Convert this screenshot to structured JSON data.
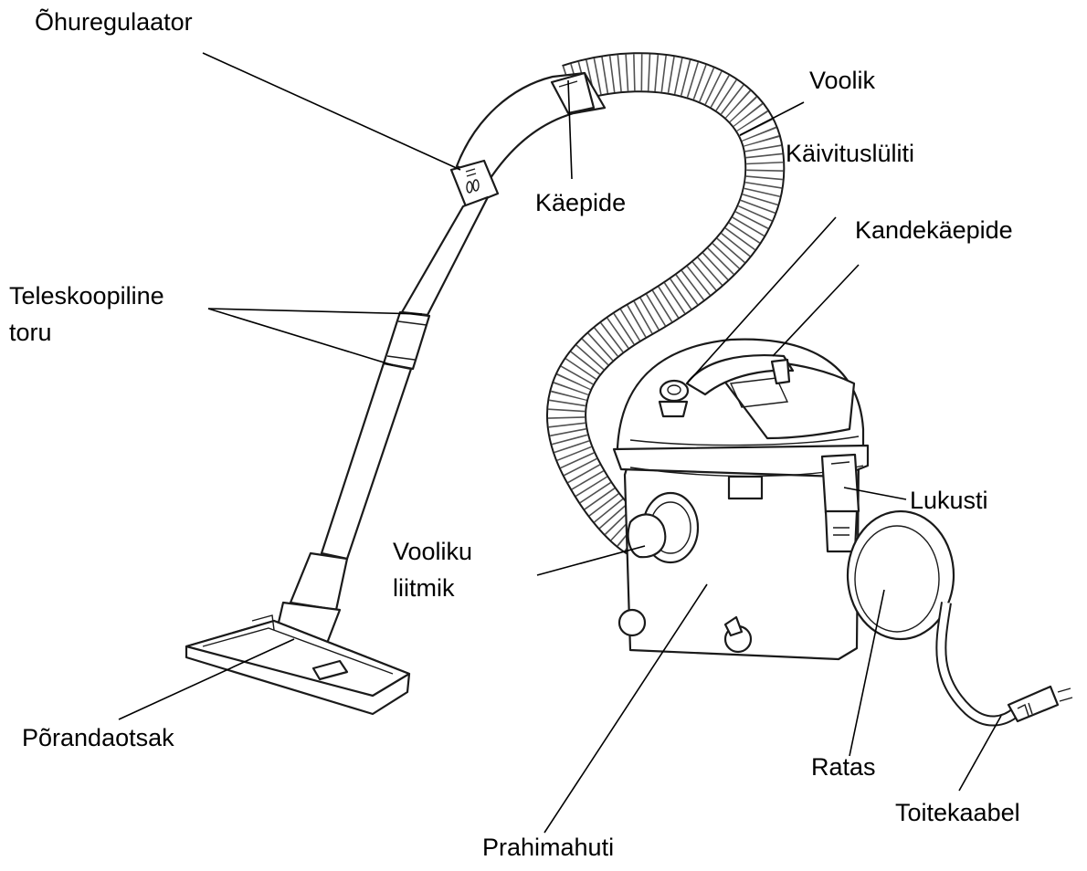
{
  "labels": {
    "air_regulator": "Õhuregulaator",
    "hose": "Voolik",
    "handle": "Käepide",
    "power_switch": "Käivituslüliti",
    "carry_handle": "Kandekäepide",
    "telescopic_tube_line1": "Teleskoopiline",
    "telescopic_tube_line2": "toru",
    "latch": "Lukusti",
    "hose_connector_line1": "Vooliku",
    "hose_connector_line2": "liitmik",
    "floor_nozzle": "Põrandaotsak",
    "wheel": "Ratas",
    "power_cable": "Toitekaabel",
    "dust_container": "Prahimahuti"
  },
  "colors": {
    "ink": "#000000",
    "background": "#ffffff"
  }
}
